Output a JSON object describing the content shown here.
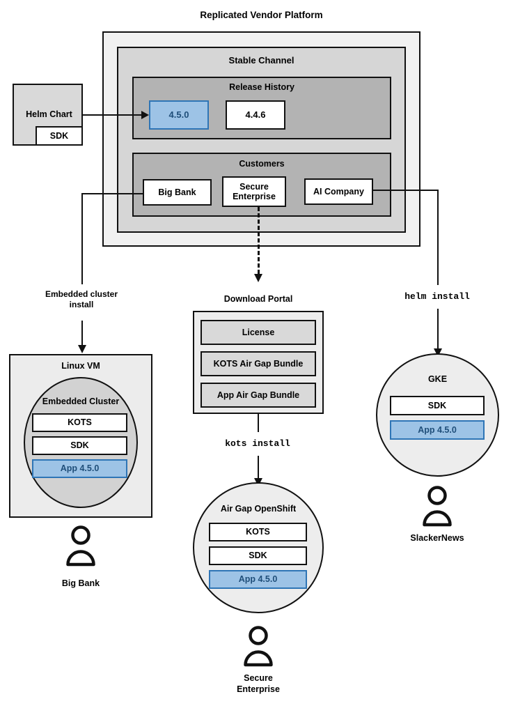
{
  "diagram": {
    "title": "Replicated Vendor Platform",
    "accent_blue_fill": "#9dc3e6",
    "accent_blue_border": "#2e75b6",
    "accent_blue_text": "#1f4e79"
  },
  "platform": {
    "title": "Replicated Vendor Platform",
    "channel": {
      "title": "Stable Channel",
      "release_history": {
        "title": "Release History",
        "releases": [
          {
            "version": "4.5.0",
            "current": true
          },
          {
            "version": "4.4.6",
            "current": false
          }
        ]
      },
      "customers": {
        "title": "Customers",
        "items": [
          {
            "name": "Big Bank"
          },
          {
            "name": "Secure\nEnterprise"
          },
          {
            "name": "AI Company"
          }
        ]
      }
    }
  },
  "helm_chart": {
    "title": "Helm Chart",
    "sdk_label": "SDK"
  },
  "connectors": {
    "embedded_cluster_install": "Embedded cluster\ninstall",
    "kots_install": "kots install",
    "helm_install": "helm install"
  },
  "download_portal": {
    "title": "Download Portal",
    "artifacts": [
      {
        "label": "License"
      },
      {
        "label": "KOTS Air Gap Bundle"
      },
      {
        "label": "App Air Gap Bundle"
      }
    ]
  },
  "targets": [
    {
      "id": "linux-vm",
      "title": "Linux VM",
      "shape": "rect",
      "inner": {
        "title": "Embedded Cluster",
        "shape": "circle",
        "components": [
          {
            "label": "KOTS",
            "highlight": false
          },
          {
            "label": "SDK",
            "highlight": false
          },
          {
            "label": "App 4.5.0",
            "highlight": true
          }
        ]
      },
      "owner": "Big Bank"
    },
    {
      "id": "air-gap-openshift",
      "title": "Air Gap OpenShift",
      "shape": "circle",
      "components": [
        {
          "label": "KOTS",
          "highlight": false
        },
        {
          "label": "SDK",
          "highlight": false
        },
        {
          "label": "App 4.5.0",
          "highlight": true
        }
      ],
      "owner": "Secure\nEnterprise"
    },
    {
      "id": "gke",
      "title": "GKE",
      "shape": "circle",
      "components": [
        {
          "label": "SDK",
          "highlight": false
        },
        {
          "label": "App 4.5.0",
          "highlight": true
        }
      ],
      "owner": "SlackerNews"
    }
  ],
  "owners": {
    "big_bank": "Big Bank",
    "secure_enterprise": "Secure\nEnterprise",
    "slackernews": "SlackerNews"
  },
  "icons": {
    "person": "person-icon",
    "arrow": "arrow-icon"
  }
}
